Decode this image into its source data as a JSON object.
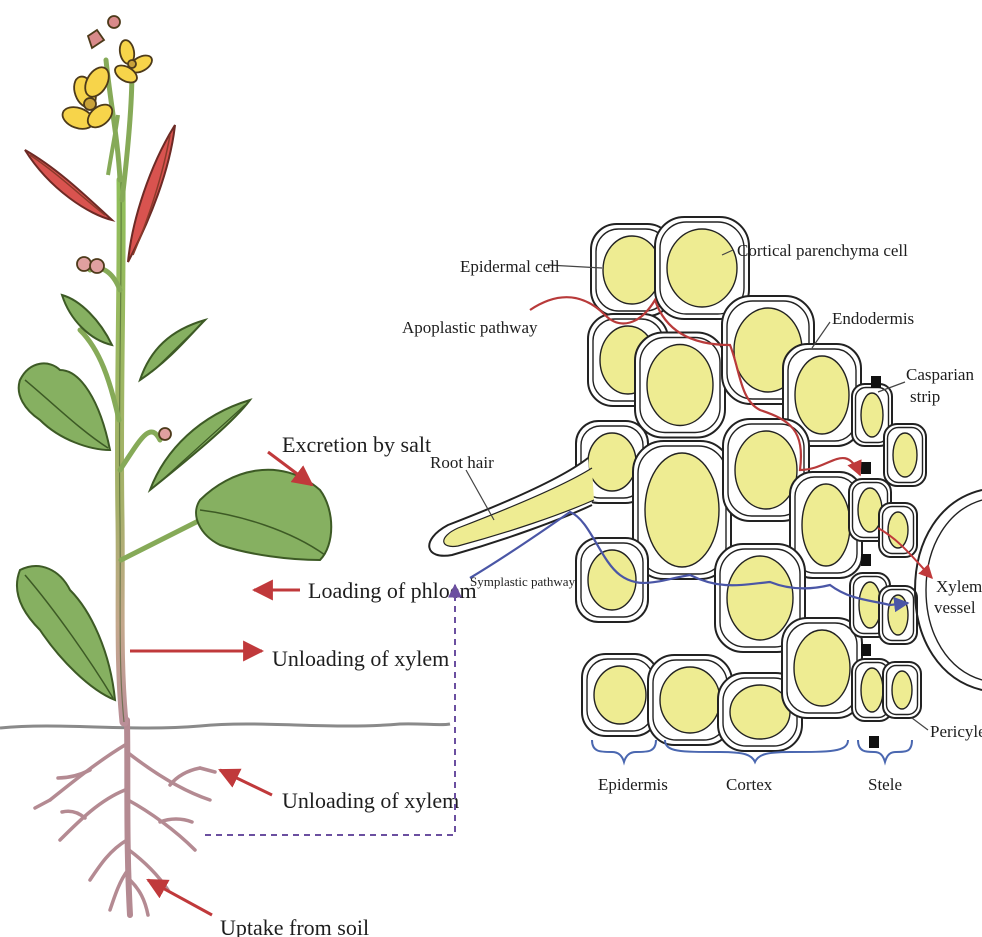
{
  "plant_labels": {
    "excretion": "Excretion by salt",
    "loading_phloem": "Loading of phloem",
    "unloading_xylem_1": "Unloading of xylem",
    "unloading_xylem_2": "Unloading of xylem",
    "uptake": "Uptake from soil"
  },
  "root_labels": {
    "epidermal_cell": "Epidermal cell",
    "cortical_cell": "Cortical parenchyma cell",
    "apoplastic": "Apoplastic pathway",
    "endodermis": "Endodermis",
    "casparian_1": "Casparian",
    "casparian_2": "strip",
    "root_hair": "Root hair",
    "symplastic": "Symplastic pathway",
    "xylem_1": "Xylem",
    "xylem_2": "vessel",
    "pericycle": "Pericyle",
    "epidermis": "Epidermis",
    "cortex": "Cortex",
    "stele": "Stele"
  },
  "colors": {
    "arrow_red": "#c0393b",
    "symplastic_blue": "#4a56a6",
    "apoplastic_red": "#b83a3a",
    "cytoplasm_yellow": "#eeec92",
    "leaf_green": "#86b061",
    "petal_yellow": "#f7d44a",
    "root_pink": "#b98d96"
  }
}
